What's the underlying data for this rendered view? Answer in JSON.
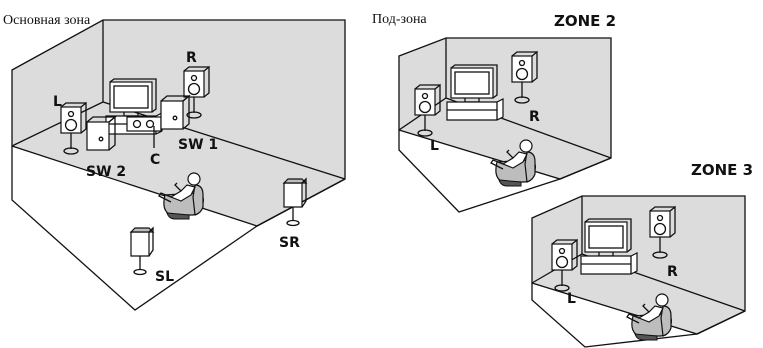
{
  "main_room": {
    "title": "Основная зона",
    "labels": {
      "l": "L",
      "r": "R",
      "c": "C",
      "sw1": "SW 1",
      "sw2": "SW 2",
      "sl": "SL",
      "sr": "SR"
    }
  },
  "sub_zone": {
    "title": "Под-зона"
  },
  "zone2": {
    "title": "ZONE 2",
    "labels": {
      "l": "L",
      "r": "R"
    }
  },
  "zone3": {
    "title": "ZONE 3",
    "labels": {
      "l": "L",
      "r": "R"
    }
  }
}
